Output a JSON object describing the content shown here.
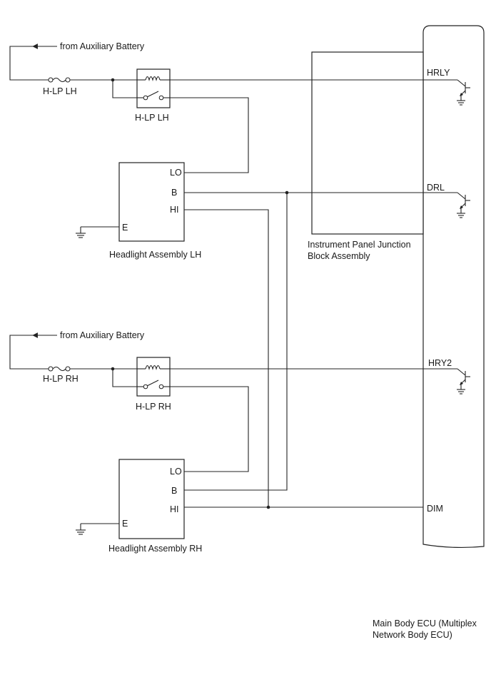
{
  "labels": {
    "from_aux_battery_top": "from Auxiliary Battery",
    "fuse_lh": "H-LP LH",
    "relay_lh": "H-LP LH",
    "from_aux_battery_bottom": "from Auxiliary Battery",
    "fuse_rh": "H-LP RH",
    "relay_rh": "H-LP RH",
    "headlight_lh": {
      "lo": "LO",
      "b": "B",
      "hi": "HI",
      "e": "E",
      "name": "Headlight Assembly LH"
    },
    "headlight_rh": {
      "lo": "LO",
      "b": "B",
      "hi": "HI",
      "e": "E",
      "name": "Headlight Assembly RH"
    },
    "junction_block": {
      "line1": "Instrument Panel Junction",
      "line2": "Block Assembly"
    },
    "ecu_terminals": {
      "hrly": "HRLY",
      "drl": "DRL",
      "hry2": "HRY2",
      "dim": "DIM"
    },
    "ecu_name": {
      "line1": "Main Body ECU (Multiplex",
      "line2": "Network Body ECU)"
    }
  }
}
